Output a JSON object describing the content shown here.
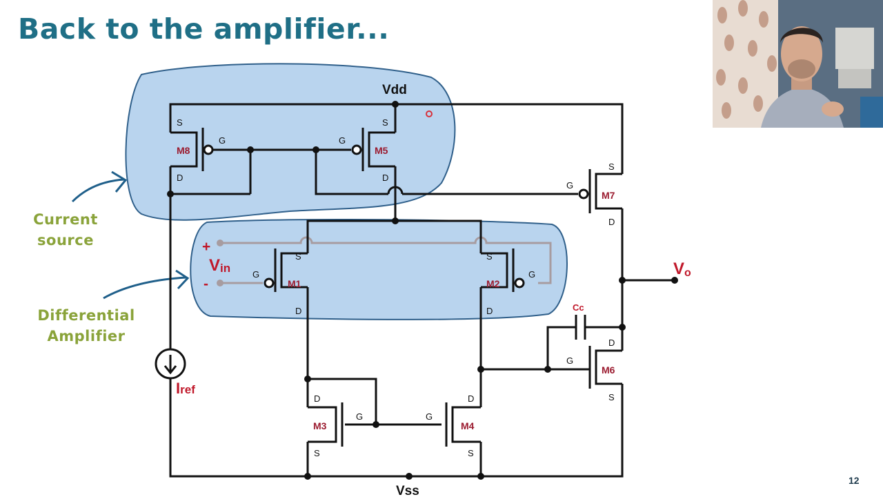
{
  "slide": {
    "title": "Back to the amplifier...",
    "number": "12"
  },
  "callouts": {
    "current_source": [
      "Current",
      "source"
    ],
    "differential_amplifier": [
      "Differential",
      "Amplifier"
    ]
  },
  "rails": {
    "vdd": "Vdd",
    "vss": "Vss"
  },
  "signals": {
    "vin": "V",
    "vin_sub": "in",
    "vin_plus": "+",
    "vin_minus": "-",
    "vo": "V",
    "vo_sub": "o",
    "iref": "I",
    "iref_sub": "ref",
    "cc": "Cc"
  },
  "pins": {
    "s": "S",
    "g": "G",
    "d": "D"
  },
  "transistors": {
    "m1": "M1",
    "m2": "M2",
    "m3": "M3",
    "m4": "M4",
    "m5": "M5",
    "m6": "M6",
    "m7": "M7",
    "m8": "M8"
  },
  "colors": {
    "title": "#1f6f86",
    "callout": "#8aa33a",
    "device_label": "#9b1b2f",
    "signal": "#c0182a",
    "highlight_fill": "#b9d4ee",
    "highlight_stroke": "#2f5f8a",
    "vin_wire": "#a79ca0"
  }
}
